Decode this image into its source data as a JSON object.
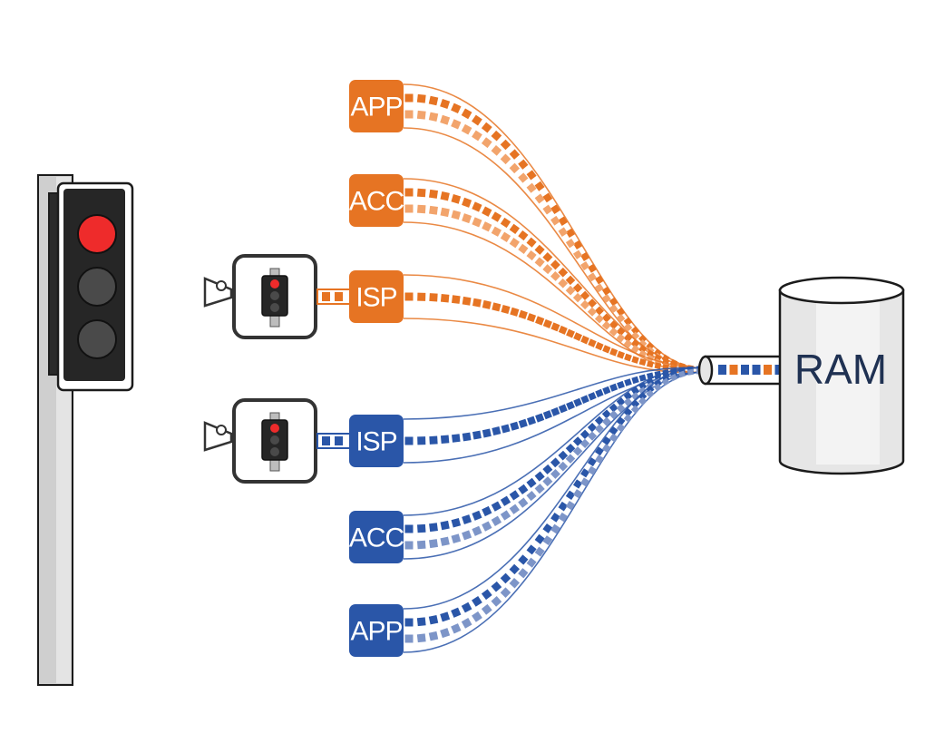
{
  "colors": {
    "orange": "#e67423",
    "orange_light": "#f2a46c",
    "blue": "#2a56a8",
    "blue_light": "#7d95c8",
    "red_lamp": "#ee2b2b",
    "lamp_off": "#4a4a4a",
    "housing": "#1f1f1f",
    "pole": "#c9c9c9"
  },
  "icons": {
    "traffic_light": "traffic-light-icon",
    "camera": "video-camera-icon",
    "memory": "memory-cylinder-icon"
  },
  "memory": {
    "label": "RAM"
  },
  "clients": [
    {
      "id": "orange-app",
      "label": "APP",
      "group": "orange",
      "streams": 2
    },
    {
      "id": "orange-acc",
      "label": "ACC",
      "group": "orange",
      "streams": 2
    },
    {
      "id": "orange-isp",
      "label": "ISP",
      "group": "orange",
      "streams": 1,
      "camera": true
    },
    {
      "id": "blue-isp",
      "label": "ISP",
      "group": "blue",
      "streams": 1,
      "camera": true
    },
    {
      "id": "blue-acc",
      "label": "ACC",
      "group": "blue",
      "streams": 2
    },
    {
      "id": "blue-app",
      "label": "APP",
      "group": "blue",
      "streams": 2
    }
  ],
  "bus_queue": [
    "blue",
    "orange",
    "blue",
    "blue",
    "orange",
    "blue"
  ]
}
